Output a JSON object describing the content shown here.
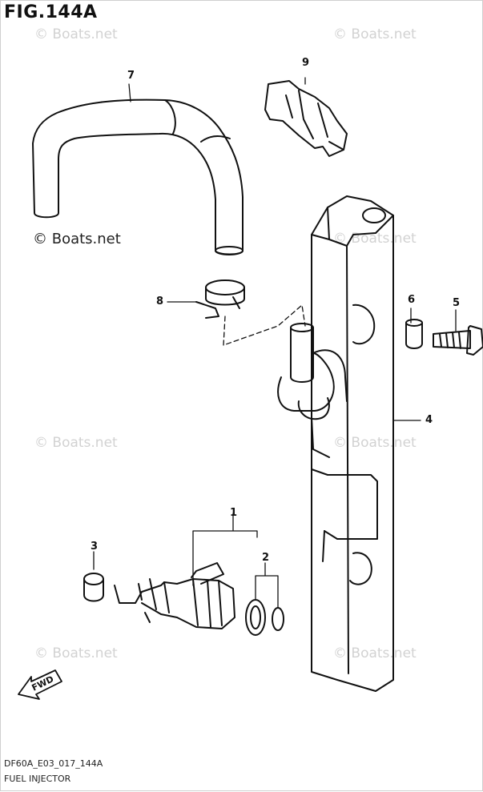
{
  "figure": {
    "title": "FIG.144A"
  },
  "watermarks": [
    {
      "id": "wm1",
      "text": "© Boats.net",
      "strong": false
    },
    {
      "id": "wm2",
      "text": "© Boats.net",
      "strong": false
    },
    {
      "id": "wm3",
      "text": "© Boats.net",
      "strong": true
    },
    {
      "id": "wm4",
      "text": "© Boats.net",
      "strong": false
    },
    {
      "id": "wm5",
      "text": "© Boats.net",
      "strong": false
    },
    {
      "id": "wm6",
      "text": "© Boats.net",
      "strong": false
    },
    {
      "id": "wm7",
      "text": "© Boats.net",
      "strong": false
    },
    {
      "id": "wm8",
      "text": "© Boats.net",
      "strong": false
    }
  ],
  "callouts": {
    "c1": "1",
    "c2": "2",
    "c3": "3",
    "c4": "4",
    "c5": "5",
    "c6": "6",
    "c7": "7",
    "c8": "8",
    "c9": "9"
  },
  "fwd_arrow": {
    "label": "FWD"
  },
  "footer": {
    "code": "DF60A_E03_017_144A",
    "caption": "FUEL INJECTOR"
  },
  "colors": {
    "line": "#111111",
    "watermark": "#d2d2d2",
    "background": "#ffffff"
  }
}
